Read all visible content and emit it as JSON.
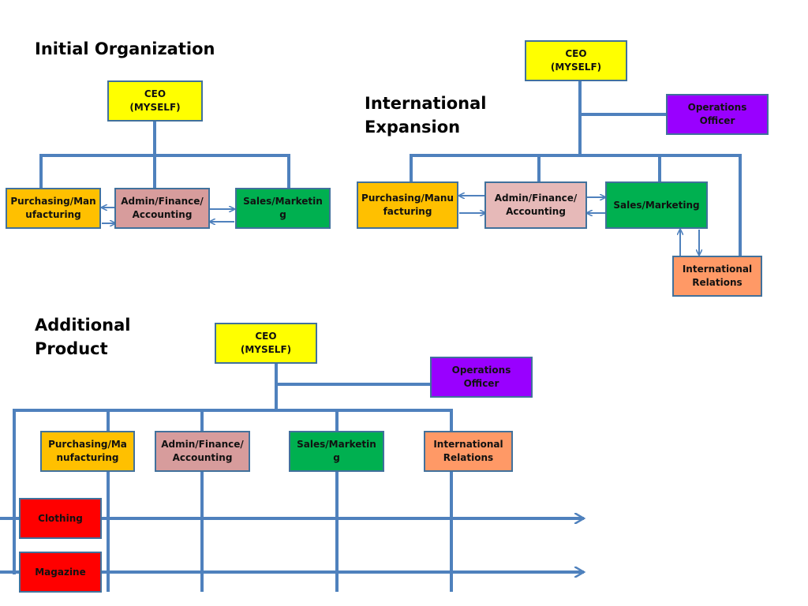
{
  "colors": {
    "connector": "#4f81bd",
    "ceo": "#ffff00",
    "purchasing": "#ffc000",
    "admin": "#d79c9c",
    "admin_light": "#e6b9b8",
    "sales": "#00b050",
    "operations": "#9900ff",
    "international": "#ff9966",
    "product": "#ff0000"
  },
  "initial": {
    "title": "Initial Organization",
    "ceo": "CEO\n(MYSELF)",
    "purchasing": "Purchasing/Manufacturing",
    "admin": "Admin/Finance/Accounting",
    "sales": "Sales/Marketing"
  },
  "international": {
    "title": "International\nExpansion",
    "ceo": "CEO\n(MYSELF)",
    "operations": "Operations\nOfficer",
    "purchasing": "Purchasing/Manufacturing",
    "admin": "Admin/Finance/\nAccounting",
    "sales": "Sales/Marketing",
    "relations": "International\nRelations"
  },
  "additional": {
    "title": "Additional\nProduct",
    "ceo": "CEO\n(MYSELF)",
    "operations": "Operations\nOfficer",
    "purchasing": "Purchasing/Manufacturing",
    "admin": "Admin/Finance/Accounting",
    "sales": "Sales/Marketing",
    "relations": "International\nRelations",
    "products": [
      "Clothing",
      "Magazine"
    ]
  }
}
